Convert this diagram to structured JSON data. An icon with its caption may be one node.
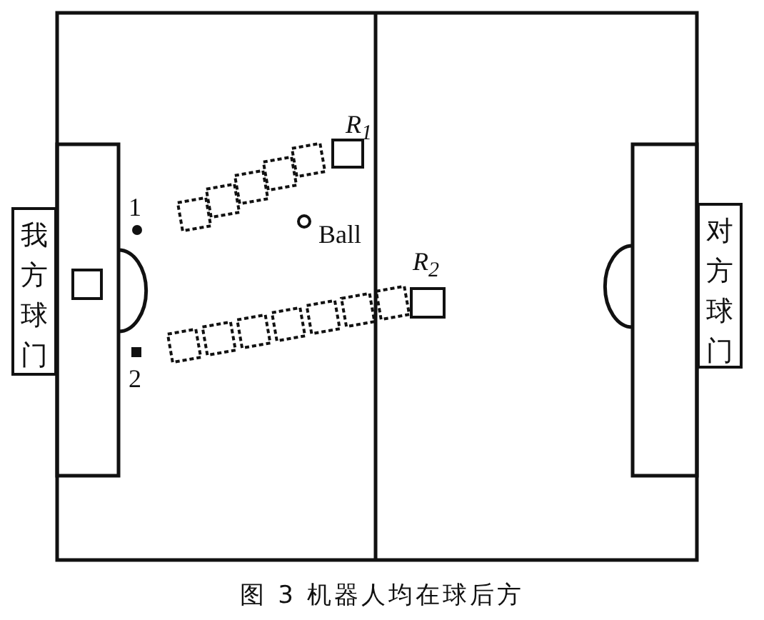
{
  "diagram": {
    "caption": "图 3 机器人均在球后方",
    "nodes": [
      {
        "text": [
          "我方球门"
        ]
      },
      {
        "text": [
          "对方球门"
        ]
      },
      {
        "text": [],
        "shape": "box"
      },
      {
        "text": [],
        "shape": "box",
        "beside": [
          "R$_{1}$"
        ]
      },
      {
        "text": [],
        "shape": "circle",
        "beside": [
          "Ball"
        ]
      },
      {
        "text": [],
        "shape": "box",
        "beside": [
          "R$_{2}$"
        ]
      }
    ],
    "labels": [
      "1",
      "2"
    ]
  }
}
